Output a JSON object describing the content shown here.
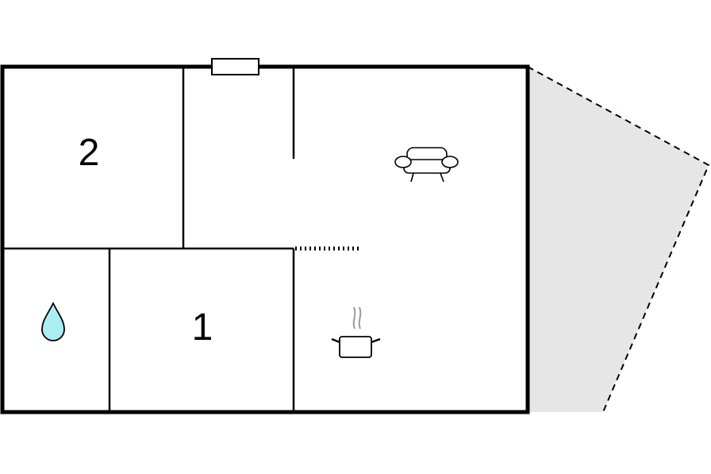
{
  "floorplan": {
    "rooms": [
      {
        "id": "bedroom-2",
        "label": "2"
      },
      {
        "id": "bedroom-1",
        "label": "1"
      }
    ],
    "icons": {
      "bathroom": "water-drop-icon",
      "living": "armchair-icon",
      "kitchen": "cooking-pot-icon",
      "window": "window-icon"
    },
    "colors": {
      "wall": "#000000",
      "terrace_fill": "#e6e6e6",
      "water": "#aaeef4",
      "steam": "#999999"
    }
  }
}
